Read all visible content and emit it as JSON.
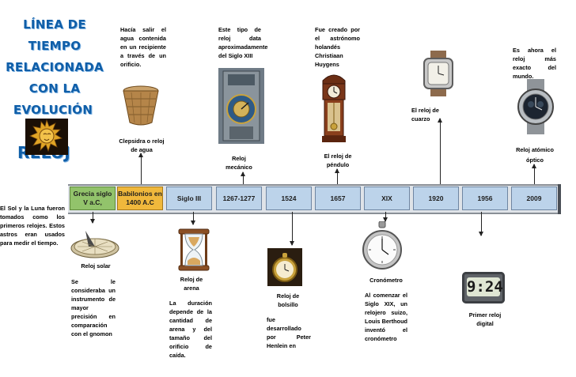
{
  "title": {
    "line1": "LÍNEA DE TIEMPO",
    "line2": "RELACIONADA",
    "line3": "CON LA",
    "line4": "EVOLUCIÓN DEL",
    "line5": "RELOJ"
  },
  "intro_text": "El Sol y la Luna fueron tomados como los primeros relojes. Estos astros eran usados para medir el tiempo.",
  "top_texts": {
    "clepsidra_desc": "Hacía salir el agua contenida en un recipiente a través de un orificio.",
    "mecanico_desc": "Este tipo de reloj data aproximadamente del Siglo XIII",
    "pendulo_desc": "Fue creado por el astrónomo holandés Christiaan Huygens",
    "atomico_desc": "Es ahora el reloj más exacto del mundo."
  },
  "captions_top": {
    "clepsidra": "Clepsidra o reloj de agua",
    "mecanico": "Reloj mecánico",
    "pendulo": "El reloj de péndulo",
    "cuarzo": "El reloj de cuarzo",
    "atomico": "Reloj atómico óptico"
  },
  "timeline": [
    {
      "label": "Grecia siglo V a.C,",
      "kind": "greek"
    },
    {
      "label": "Babilonios en 1400 A.C",
      "kind": "babyl"
    },
    {
      "label": "Siglo III",
      "kind": "blue"
    },
    {
      "label": "1267-1277",
      "kind": "blue"
    },
    {
      "label": "1524",
      "kind": "blue"
    },
    {
      "label": "1657",
      "kind": "blue"
    },
    {
      "label": "XIX",
      "kind": "blue"
    },
    {
      "label": "1920",
      "kind": "blue"
    },
    {
      "label": "1956",
      "kind": "blue"
    },
    {
      "label": "2009",
      "kind": "blue"
    }
  ],
  "captions_bottom": {
    "solar": "Reloj solar",
    "arena": "Reloj de arena",
    "bolsillo": "Reloj de bolsillo",
    "cronometro": "Cronómetro",
    "digital": "Primer reloj digital"
  },
  "bottom_texts": {
    "gnomon_desc": "Se le consideraba un instrumento de mayor precisión en comparación con el gnomon",
    "arena_desc": "La duración depende de la cantidad de arena y del tamaño del orificio de caída.",
    "bolsillo_desc": "fue desarrollado por Peter Henlein en",
    "cronometro_desc": "Al comenzar el Siglo XIX, un relojero suizo, Louis Berthoud inventó el cronómetro"
  },
  "digital_display": "9:24",
  "colors": {
    "title": "#0f5ea8",
    "greek": "#92c36b",
    "babylon": "#f0b83c",
    "cell": "#bcd3ea"
  }
}
